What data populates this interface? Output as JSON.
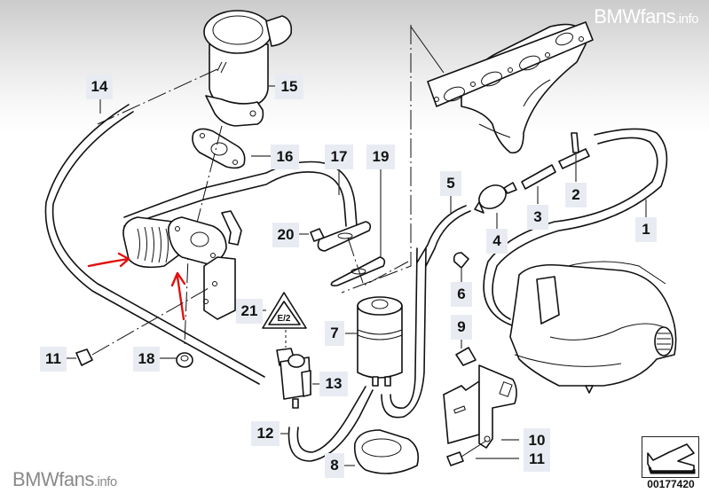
{
  "watermarks": {
    "top_right": {
      "brand": "BMWfans",
      "suffix": ".info"
    },
    "bottom_left": {
      "brand": "BMWfans",
      "suffix": ".info"
    }
  },
  "diagram": {
    "title": "Secondary air / EGR vacuum system parts diagram",
    "catalog_number": "00177420",
    "annotation_color": "#e01010",
    "labels": [
      {
        "id": "1",
        "text": "1"
      },
      {
        "id": "2",
        "text": "2"
      },
      {
        "id": "3",
        "text": "3"
      },
      {
        "id": "4",
        "text": "4"
      },
      {
        "id": "5",
        "text": "5"
      },
      {
        "id": "6",
        "text": "6"
      },
      {
        "id": "7",
        "text": "7"
      },
      {
        "id": "8",
        "text": "8"
      },
      {
        "id": "9",
        "text": "9"
      },
      {
        "id": "10",
        "text": "10"
      },
      {
        "id": "11a",
        "text": "11"
      },
      {
        "id": "11b",
        "text": "11"
      },
      {
        "id": "12",
        "text": "12"
      },
      {
        "id": "13",
        "text": "13"
      },
      {
        "id": "14",
        "text": "14"
      },
      {
        "id": "15",
        "text": "15"
      },
      {
        "id": "16",
        "text": "16"
      },
      {
        "id": "17",
        "text": "17"
      },
      {
        "id": "18",
        "text": "18"
      },
      {
        "id": "19",
        "text": "19"
      },
      {
        "id": "20",
        "text": "20"
      },
      {
        "id": "21",
        "text": "21"
      }
    ],
    "components": [
      "air-pump-valve",
      "gasket",
      "pipe",
      "hose",
      "check-valve",
      "t-connector",
      "fuel-filter",
      "vacuum-reservoir",
      "clamp",
      "bracket",
      "bolt",
      "grommet",
      "solenoid-valve",
      "warning-triangle",
      "exhaust-manifold",
      "intake-manifold"
    ],
    "annotations": [
      "red-arrow-1",
      "red-arrow-2"
    ]
  }
}
